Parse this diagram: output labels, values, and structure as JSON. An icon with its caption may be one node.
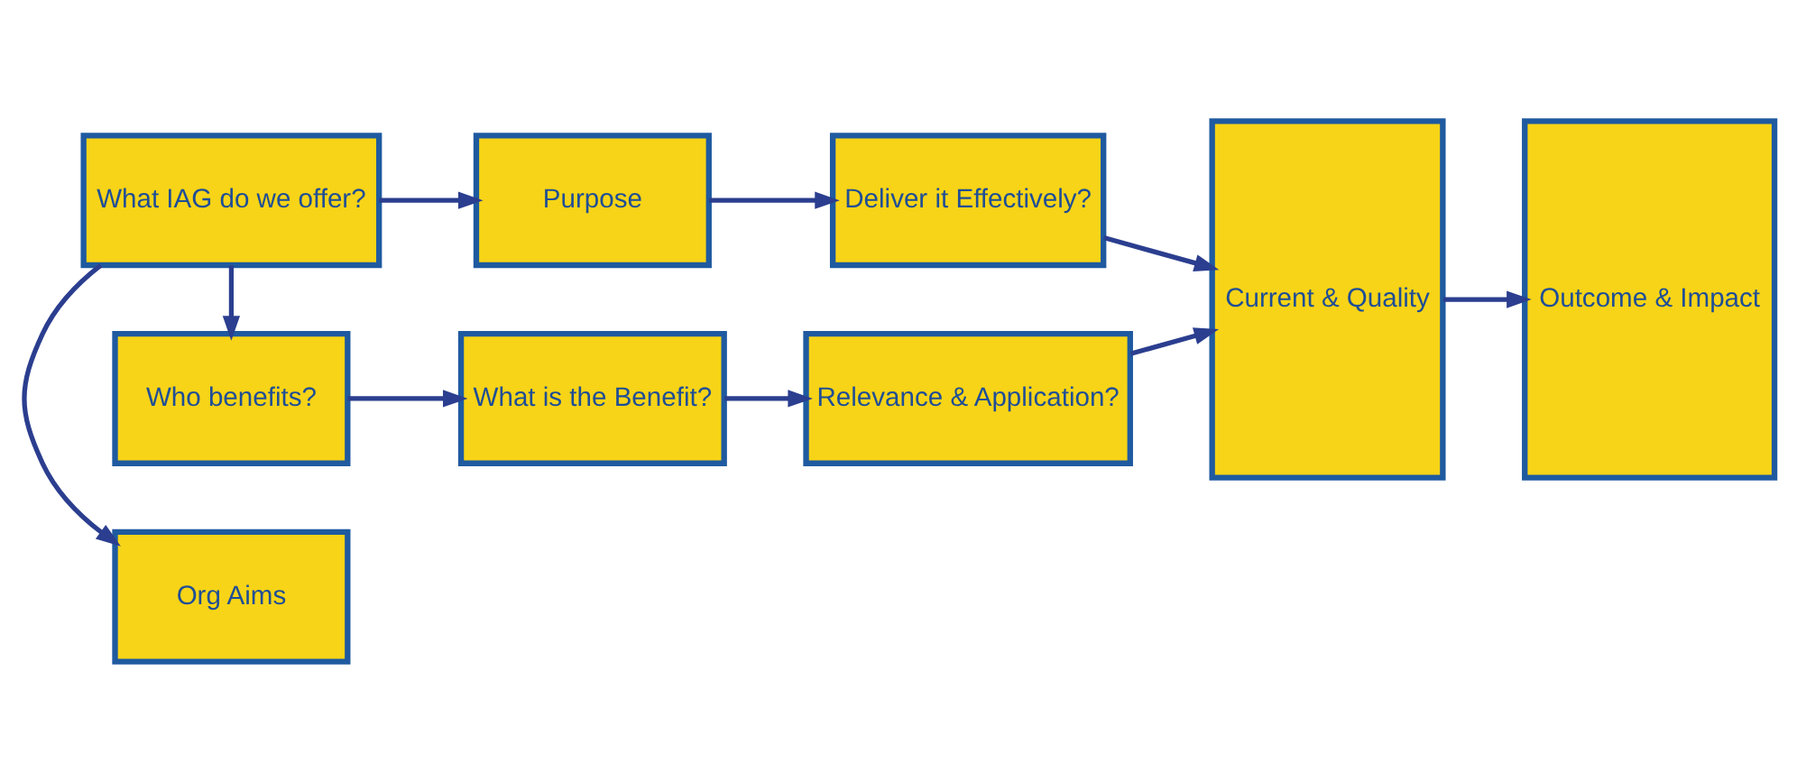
{
  "diagram": {
    "nodes": [
      {
        "text": [
          "Org Aims"
        ]
      },
      {
        "text": [
          "What IAG do we offer?"
        ]
      },
      {
        "text": [
          "Purpose"
        ]
      },
      {
        "text": [
          "Deliver it Effectively?"
        ]
      },
      {
        "text": [
          "Current & Quality"
        ]
      },
      {
        "text": [
          "Outcome & Impact"
        ]
      },
      {
        "text": [
          "Who benefits?"
        ]
      },
      {
        "text": [
          "What is the Benefit?"
        ]
      },
      {
        "text": [
          "Relevance & Application?"
        ]
      }
    ],
    "edges": [
      {
        "from": 1,
        "to": 0,
        "arrow": "to"
      },
      {
        "from": 1,
        "to": 2,
        "arrow": "to"
      },
      {
        "from": 2,
        "to": 3,
        "arrow": "to"
      },
      {
        "from": 3,
        "to": 4,
        "arrow": "to"
      },
      {
        "from": 4,
        "to": 5,
        "arrow": "to"
      },
      {
        "from": 1,
        "to": 6,
        "arrow": "to"
      },
      {
        "from": 6,
        "to": 7,
        "arrow": "to"
      },
      {
        "from": 7,
        "to": 8,
        "arrow": "to"
      },
      {
        "from": 8,
        "to": 4,
        "arrow": "to"
      }
    ]
  }
}
